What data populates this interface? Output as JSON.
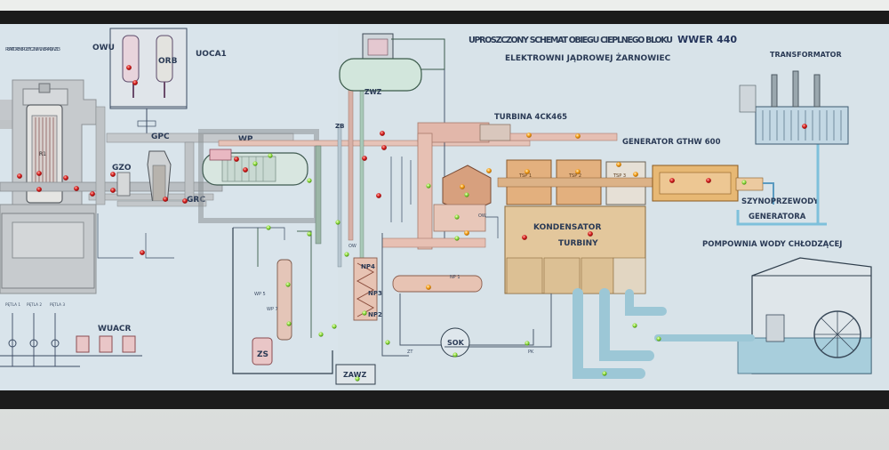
{
  "title_line1": "UPROSZCZONY SCHEMAT OBIEGU CIEPLNEGO BLOKU",
  "title_brand": "WWER 440",
  "title_line2": "ELEKTROWNI JĄDROWEJ ŻARNOWIEC",
  "reactor_label": "REAKTOR ENERGETYCZNY WWER 440/W213",
  "labels": {
    "owu": "OWU",
    "orb": "ORB",
    "uoca1": "UOCA1",
    "gpc": "GPC",
    "gzo": "GZO",
    "grc": "GRC",
    "wp": "WP",
    "zb": "ZB",
    "zwz": "ZWZ",
    "turbine": "TURBINA 4CK465",
    "generator": "GENERATOR GTHW 600",
    "transformer": "TRANSFORMATOR",
    "busbars_1": "SZYNOPRZEWODY",
    "busbars_2": "GENERATORA",
    "condenser_1": "KONDENSATOR",
    "condenser_2": "TURBINY",
    "pump_station": "POMPOWNIA WODY CHŁODZĄCEJ",
    "wuacr": "WUACR",
    "zs": "ZS",
    "zawz": "ZAWZ",
    "sok": "SOK",
    "np4": "NP4",
    "np3": "NP3",
    "np2": "NP2",
    "np1": "NP 1",
    "wp5": "WP 5",
    "wp7": "WP 7",
    "ow": "OW",
    "ow2": "OW",
    "zt": "ZT",
    "pk": "PK",
    "tsp1": "TSP 1",
    "tsp2": "TSP 2",
    "tsp3": "TSP 3",
    "petla1": "PĘTLA 1",
    "petla2": "PĘTLA 2",
    "petla3": "PĘTLA 3"
  },
  "colors": {
    "board": "#d9e3ea",
    "frame": "#161616",
    "primary_loop": "#b8bcc0",
    "steam": "#d9a08e",
    "condenser": "#dbb887",
    "cooling_water": "#9cc7d6",
    "lamp_red": "#d21a1a",
    "lamp_green": "#8bdc3a",
    "lamp_orange": "#f39a14"
  },
  "lamps_note": ""
}
